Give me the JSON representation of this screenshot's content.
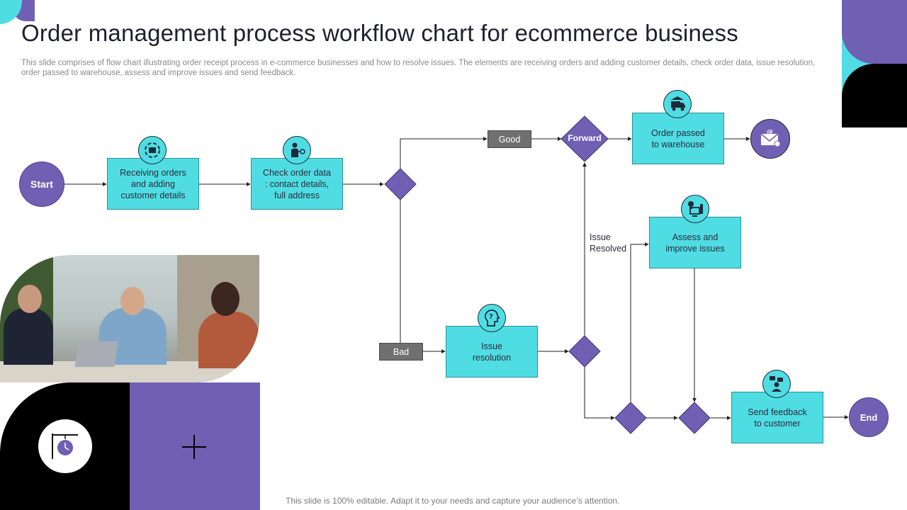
{
  "slide": {
    "title": "Order management process workflow chart for ecommerce business",
    "subtitle": "This slide comprises of flow chart illustrating order receipt process in e-commerce businesses and how to resolve issues. The elements are receiving orders and adding customer details, check order data, issue resolution, order passed to warehouse, assess and improve issues and send feedback.",
    "footer": "This slide is 100% editable. Adapt it to your needs and capture your audience’s attention."
  },
  "flow": {
    "start": "Start",
    "end": "End",
    "receiving": "Receiving orders\nand adding\ncustomer details",
    "check": "Check order data\n: contact details,\nfull address",
    "good": "Good",
    "bad": "Bad",
    "forward": "Forward",
    "warehouse": "Order passed\nto warehouse",
    "issue_resolution": "Issue\nresolution",
    "issue_resolved": "Issue\nResolved",
    "assess": "Assess and\nimprove issues",
    "feedback": "Send feedback\nto customer"
  },
  "icons": {
    "receiving": "package-cycle-icon",
    "check": "person-check-icon",
    "warehouse": "delivery-truck-icon",
    "email": "email-icon",
    "assess": "lightbulb-computer-icon",
    "issue_resolution": "head-question-icon",
    "feedback": "chat-user-icon",
    "clock_sign": "hanging-clock-sign-icon",
    "plus": "plus-icon"
  },
  "colors": {
    "cyan": "#4fdde3",
    "purple": "#6f60b3",
    "black": "#000000",
    "grey": "#707070"
  }
}
